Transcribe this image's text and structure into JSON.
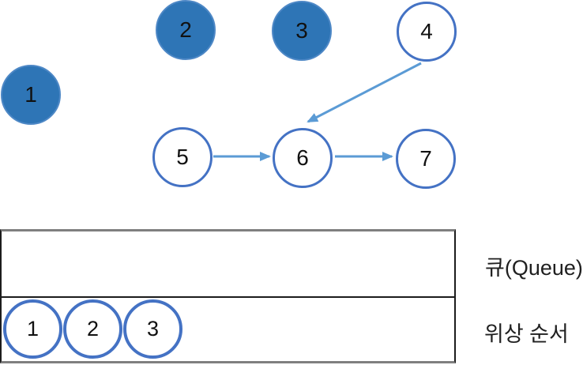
{
  "diagram": {
    "nodes": [
      {
        "id": "1",
        "label": "1",
        "filled": true
      },
      {
        "id": "2",
        "label": "2",
        "filled": true
      },
      {
        "id": "3",
        "label": "3",
        "filled": true
      },
      {
        "id": "4",
        "label": "4",
        "filled": false
      },
      {
        "id": "5",
        "label": "5",
        "filled": false
      },
      {
        "id": "6",
        "label": "6",
        "filled": false
      },
      {
        "id": "7",
        "label": "7",
        "filled": false
      }
    ],
    "edges": [
      {
        "from": "5",
        "to": "6"
      },
      {
        "from": "6",
        "to": "7"
      },
      {
        "from": "4",
        "to": "6"
      }
    ]
  },
  "table": {
    "rows": [
      {
        "label": "큐(Queue)",
        "items": []
      },
      {
        "label": "위상 순서",
        "items": [
          "1",
          "2",
          "3"
        ]
      }
    ]
  },
  "colors": {
    "node_fill": "#2e75b6",
    "node_fill_border": "#4e88c6",
    "node_outline": "#4472c4",
    "arrow": "#5b9bd5",
    "table_border_gray": "#7f7f7f",
    "table_border_dark": "#1c1c1c",
    "text": "#111111"
  }
}
